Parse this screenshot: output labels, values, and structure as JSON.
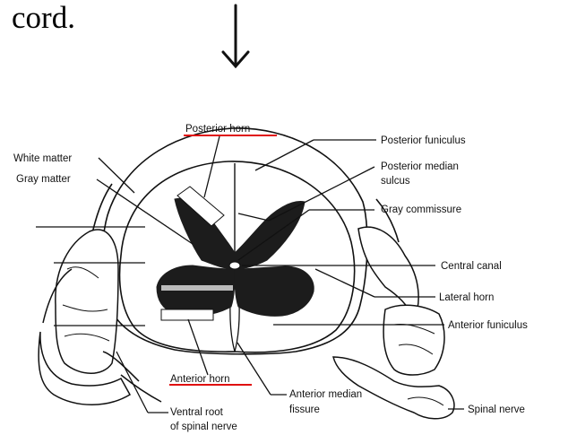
{
  "caption_text": "cord.",
  "arrow_icon": "down-arrow-icon",
  "labels": {
    "posterior_horn": "Posterior horn",
    "white_matter": "White matter",
    "gray_matter": "Gray matter",
    "posterior_funiculus": "Posterior funiculus",
    "posterior_median_sulcus_1": "Posterior median",
    "posterior_median_sulcus_2": "sulcus",
    "gray_commissure": "Gray commissure",
    "central_canal": "Central canal",
    "lateral_horn": "Lateral horn",
    "anterior_funiculus": "Anterior funiculus",
    "anterior_horn": "Anterior horn",
    "anterior_median_fissure_1": "Anterior median",
    "anterior_median_fissure_2": "fissure",
    "spinal_nerve": "Spinal nerve",
    "ventral_root_1": "Ventral root",
    "ventral_root_2": "of spinal nerve"
  },
  "colors": {
    "ink": "#111111",
    "underline": "#e01010",
    "gray_matter_fill": "#1c1c1c",
    "background": "#ffffff"
  }
}
